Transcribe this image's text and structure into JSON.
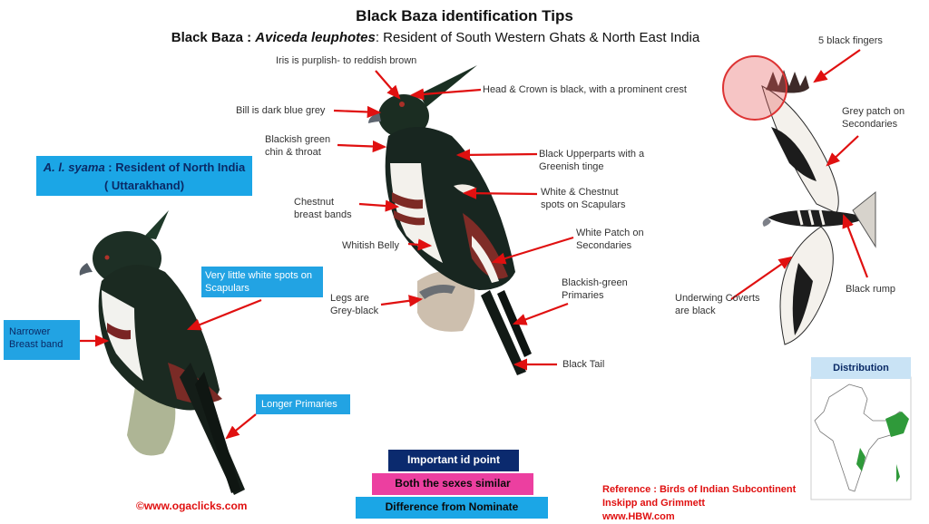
{
  "header": {
    "title": "Black Baza identification Tips",
    "subtitle_name": "Black Baza : ",
    "subtitle_sci": "Aviceda leuphotes",
    "subtitle_rest": ":  Resident of South Western Ghats & North East India"
  },
  "subspecies_box": {
    "line1_italic": "A. l. syama",
    "line1_rest": " : Resident of North India",
    "line2": "( Uttarakhand)"
  },
  "center_labels": {
    "iris": "Iris is purplish- to reddish brown",
    "bill": "Bill is dark blue grey",
    "head": "Head & Crown is  black, with a prominent crest",
    "chin": "Blackish green chin & throat",
    "upperparts": "Black Upperparts with a Greenish tinge",
    "chestnut": "Chestnut breast bands",
    "scapular_spots": "White & Chestnut spots on Scapulars",
    "belly": "Whitish Belly",
    "secondaries_patch": "White Patch on Secondaries",
    "legs": "Legs are Grey-black",
    "primaries": "Blackish-green Primaries",
    "tail": "Black Tail"
  },
  "left_labels": {
    "scapulars_note": "Very little white spots on Scapulars",
    "breast_band": "Narrower Breast band",
    "longer_primaries": "Longer Primaries"
  },
  "flight_labels": {
    "fingers": "5 black fingers",
    "grey_patch": "Grey patch on Secondaries",
    "rump": "Black rump",
    "underwing": "Underwing Coverts are black"
  },
  "distribution": {
    "title": "Distribution"
  },
  "legend": {
    "important": "Important  id point",
    "sexes": "Both the sexes similar",
    "difference": "Difference from Nominate"
  },
  "credit": "©www.ogaclicks.com",
  "reference": {
    "line1": "Reference : Birds of Indian Subcontinent",
    "line2": "Inskipp and Grimmett",
    "line3": "www.HBW.com"
  },
  "colors": {
    "arrow": "#e01010",
    "box_blue": "#1ba6e6",
    "legend_navy": "#0b2a6e",
    "legend_pink": "#ec3fa0",
    "legend_blue": "#1ba6e6"
  }
}
